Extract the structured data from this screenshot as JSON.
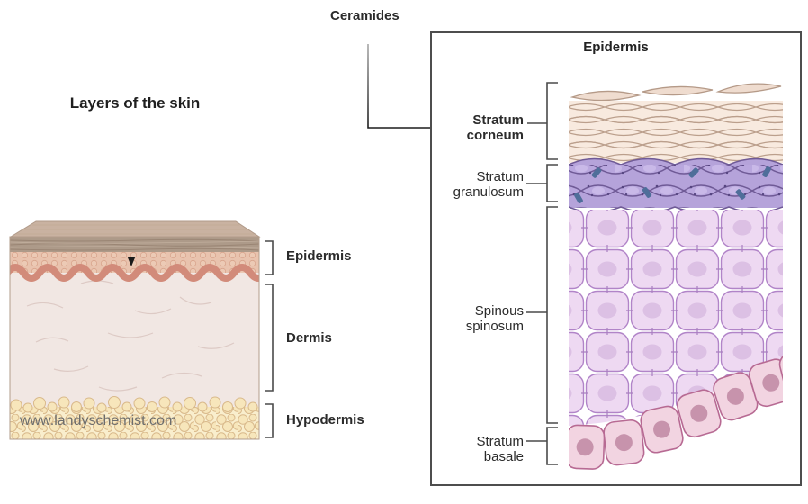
{
  "annotations": {
    "ceramides": "Ceramides"
  },
  "left_diagram": {
    "title": "Layers of the skin",
    "watermark": "www.landyschemist.com",
    "labels": [
      {
        "name": "epidermis",
        "label": "Epidermis"
      },
      {
        "name": "dermis",
        "label": "Dermis"
      },
      {
        "name": "hypodermis",
        "label": "Hypodermis"
      }
    ]
  },
  "right_panel": {
    "title": "Epidermis",
    "layer_labels": [
      {
        "name": "stratum-corneum",
        "label": "Stratum\ncorneum"
      },
      {
        "name": "stratum-granulosum",
        "label": "Stratum\ngranulosum"
      },
      {
        "name": "spinous-spinosum",
        "label": "Spinous\nspinosum"
      },
      {
        "name": "stratum-basale",
        "label": "Stratum\nbasale"
      }
    ]
  },
  "colors": {
    "line": "#3d3d3d",
    "panel_border": "#4d4d4d",
    "text": "#2b2b2b",
    "watermark": "#6c6c6c",
    "skin_top_face": "#c9b2a1",
    "skin_brown_band": "#ad9a89",
    "skin_epidermis": "#e9c3ae",
    "skin_wave": "#d28b7a",
    "skin_dermis": "#f1e7e3",
    "skin_fat": "#f9eecd",
    "corneum_fill": "#f8eadf",
    "corneum_stroke": "#bb9f8c",
    "granulosum_fill": "#b5a3da",
    "granulosum_stroke": "#6f5a96",
    "granule_dot": "#564581",
    "organelle": "#4f6e9a",
    "spinosum_fill": "#eed9f2",
    "spinosum_stroke": "#b184c8",
    "spinosum_nucleus": "#dcc0e4",
    "basale_fill": "#f2d4e1",
    "basale_stroke": "#b76a93",
    "basale_nucleus": "#c793ac"
  }
}
